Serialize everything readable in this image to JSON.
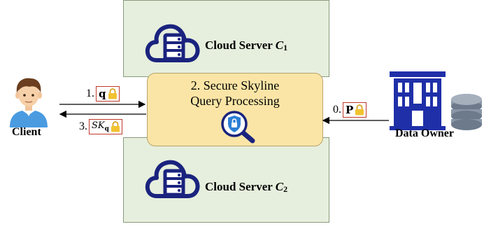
{
  "servers": [
    {
      "label_prefix": "Cloud Server ",
      "label_var": "C",
      "label_sub": "1"
    },
    {
      "label_prefix": "Cloud Server ",
      "label_var": "C",
      "label_sub": "2"
    }
  ],
  "processing": {
    "line1": "2. Secure Skyline",
    "line2": "Query Processing"
  },
  "client": {
    "label": "Client"
  },
  "owner": {
    "label": "Data Owner"
  },
  "messages": {
    "query_step": "1.",
    "query_symbol": "q",
    "result_step": "3.",
    "result_symbol": "SK",
    "result_sub": "q",
    "data_step": "0.",
    "data_symbol": "P"
  },
  "colors": {
    "server_fill": "#e6efdd",
    "process_fill": "#fbe5a6",
    "icon_navy": "#1a237e",
    "owner_blue": "#1f2fa8",
    "lock_gold": "#f2c230",
    "box_red": "#c0392b"
  }
}
